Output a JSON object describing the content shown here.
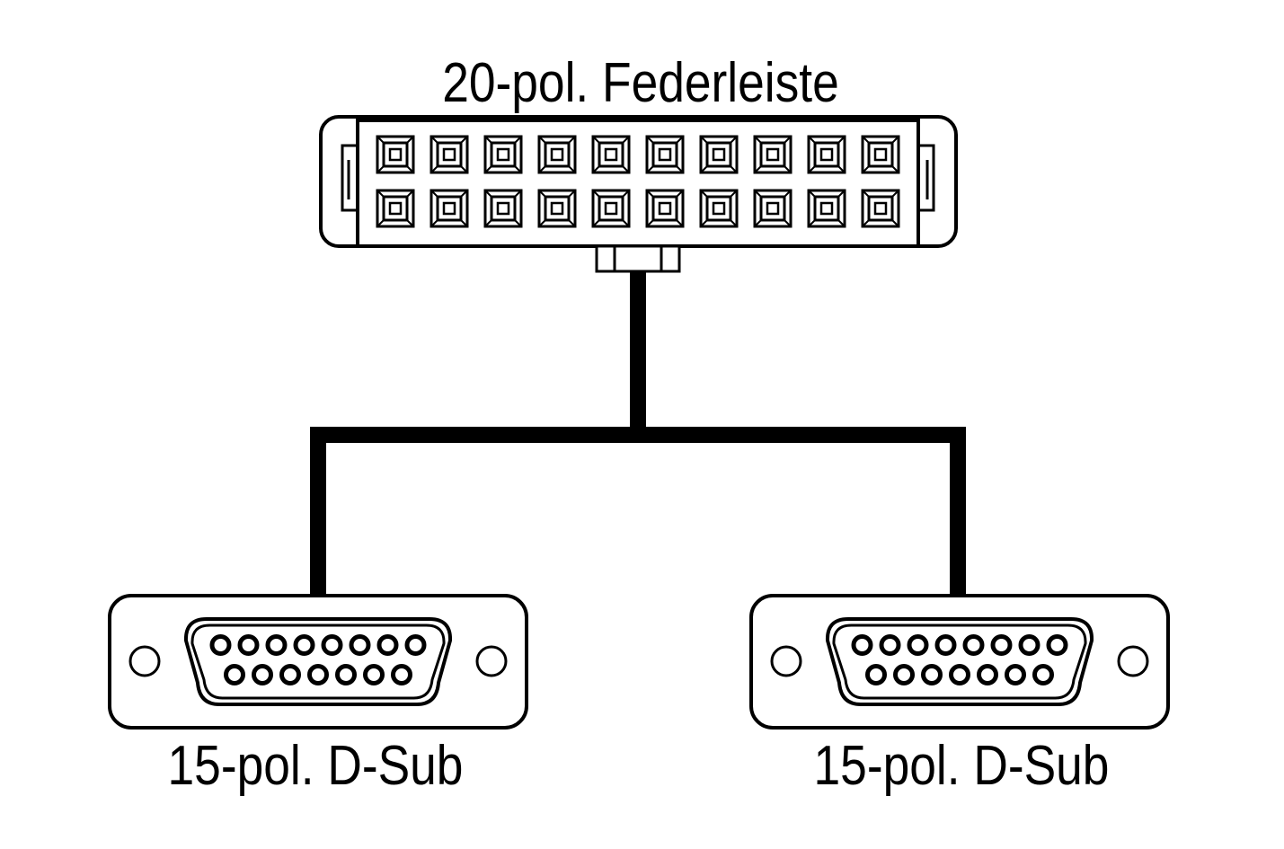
{
  "labels": {
    "top_connector": "20-pol. Federleiste",
    "left_connector": "15-pol. D-Sub",
    "right_connector": "15-pol. D-Sub"
  },
  "header_connector": {
    "pin_rows": 2,
    "pins_per_row": 10
  },
  "dsub_connectors": {
    "pins_top_row": 8,
    "pins_bottom_row": 7
  },
  "colors": {
    "stroke": "#000000",
    "background": "#ffffff"
  }
}
